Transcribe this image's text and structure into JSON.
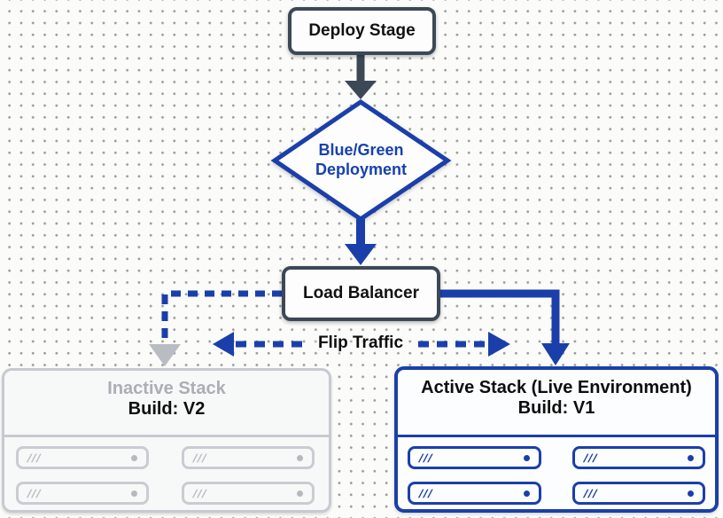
{
  "diagram": {
    "title_node": {
      "label": "Deploy Stage"
    },
    "decision_node": {
      "label_line1": "Blue/Green",
      "label_line2": "Deployment"
    },
    "load_balancer_node": {
      "label": "Load Balancer"
    },
    "flip_traffic": {
      "label": "Flip Traffic"
    },
    "inactive_stack": {
      "title": "Inactive Stack",
      "build": "Build: V2",
      "server_count": 4,
      "status": "inactive"
    },
    "active_stack": {
      "title": "Active Stack (Live Environment)",
      "build": "Build: V1",
      "server_count": 4,
      "status": "active"
    }
  },
  "icons": {
    "server_slashes": "///"
  },
  "colors": {
    "accent_blue": "#1b3faa",
    "slate_dark": "#3d4856",
    "inactive_gray": "#c6cad0",
    "inactive_text_gray": "#abaeb5"
  }
}
